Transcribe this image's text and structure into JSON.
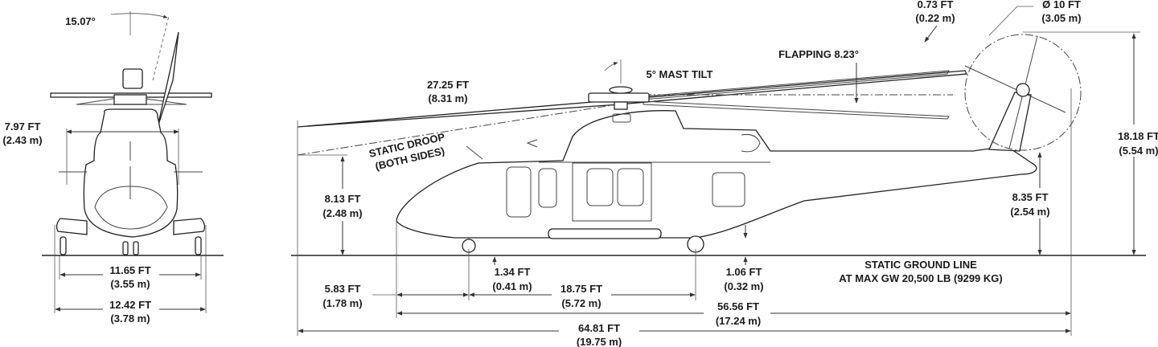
{
  "front_view": {
    "blade_angle": {
      "text": "15.07°"
    },
    "width_upper": {
      "ft": "7.97 FT",
      "m": "(2.43 m)"
    },
    "gear_track": {
      "ft": "11.65 FT",
      "m": "(3.55 m)"
    },
    "overall_width": {
      "ft": "12.42 FT",
      "m": "(3.78 m)"
    }
  },
  "side_view": {
    "rotor_radius": {
      "ft": "27.25 FT",
      "m": "(8.31 m)"
    },
    "mast_tilt": "5° MAST TILT",
    "static_droop": {
      "line1": "STATIC DROOP",
      "line2": "(BOTH SIDES)"
    },
    "droop_height": {
      "ft": "8.13 FT",
      "m": "(2.48 m)"
    },
    "nose_to_nose_gear": {
      "ft": "5.83 FT",
      "m": "(1.78 m)"
    },
    "nose_clearance": {
      "ft": "1.34 FT",
      "m": "(0.41 m)"
    },
    "wheelbase": {
      "ft": "18.75 FT",
      "m": "(5.72 m)"
    },
    "belly_clearance": {
      "ft": "1.06 FT",
      "m": "(0.32 m)"
    },
    "fuselage_length": {
      "ft": "56.56 FT",
      "m": "(17.24 m)"
    },
    "overall_length": {
      "ft": "64.81 FT",
      "m": "(19.75 m)"
    },
    "tail_rotor_offset": {
      "ft": "0.73 FT",
      "m": "(0.22 m)"
    },
    "tail_rotor_diameter": {
      "ft": "Ø 10 FT",
      "m": "(3.05 m)"
    },
    "flapping": "FLAPPING 8.23°",
    "tail_rotor_clearance": {
      "ft": "8.35 FT",
      "m": "(2.54 m)"
    },
    "overall_height": {
      "ft": "18.18 FT",
      "m": "(5.54 m)"
    },
    "ground_line": {
      "line1": "STATIC GROUND LINE",
      "line2": "AT MAX GW 20,500 LB (9299 KG)"
    }
  }
}
